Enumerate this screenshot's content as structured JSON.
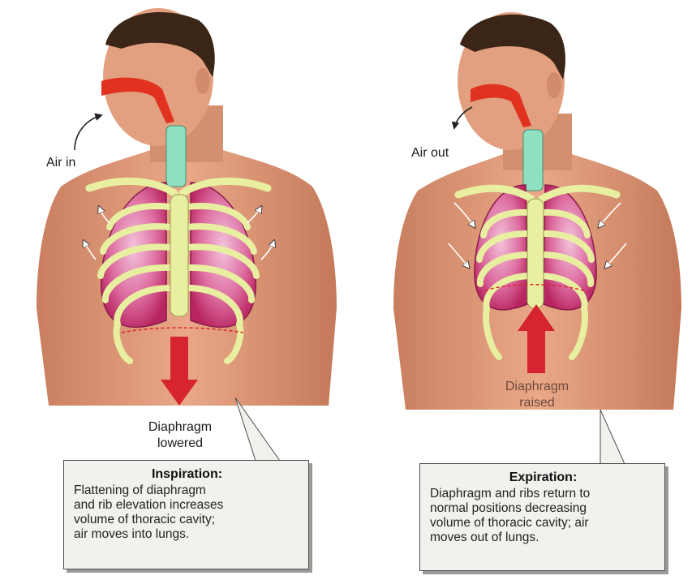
{
  "panels": {
    "inspiration": {
      "air_label": "Air in",
      "diaphragm_label_1": "Diaphragm",
      "diaphragm_label_2": "lowered",
      "callout_title": "Inspiration:",
      "callout_text": "Flattening of diaphragm\nand rib elevation increases\nvolume of thoracic cavity;\nair moves into lungs."
    },
    "expiration": {
      "air_label": "Air out",
      "diaphragm_label_1": "Diaphragm",
      "diaphragm_label_2": "raised",
      "callout_title": "Expiration:",
      "callout_text": "Diaphragm and ribs return to\nnormal positions decreasing\nvolume of thoracic cavity; air\nmoves out of lungs."
    }
  },
  "colors": {
    "skin": "#e6a383",
    "skin_shadow": "#c97f5f",
    "hair": "#3b2516",
    "rib": "#e8efa0",
    "rib_outline": "#6b6b2a",
    "lung": "#d0457e",
    "lung_light": "#e9a5c8",
    "trachea": "#8fe0c0",
    "airway": "#e0321f",
    "arrow_red": "#d62430"
  }
}
